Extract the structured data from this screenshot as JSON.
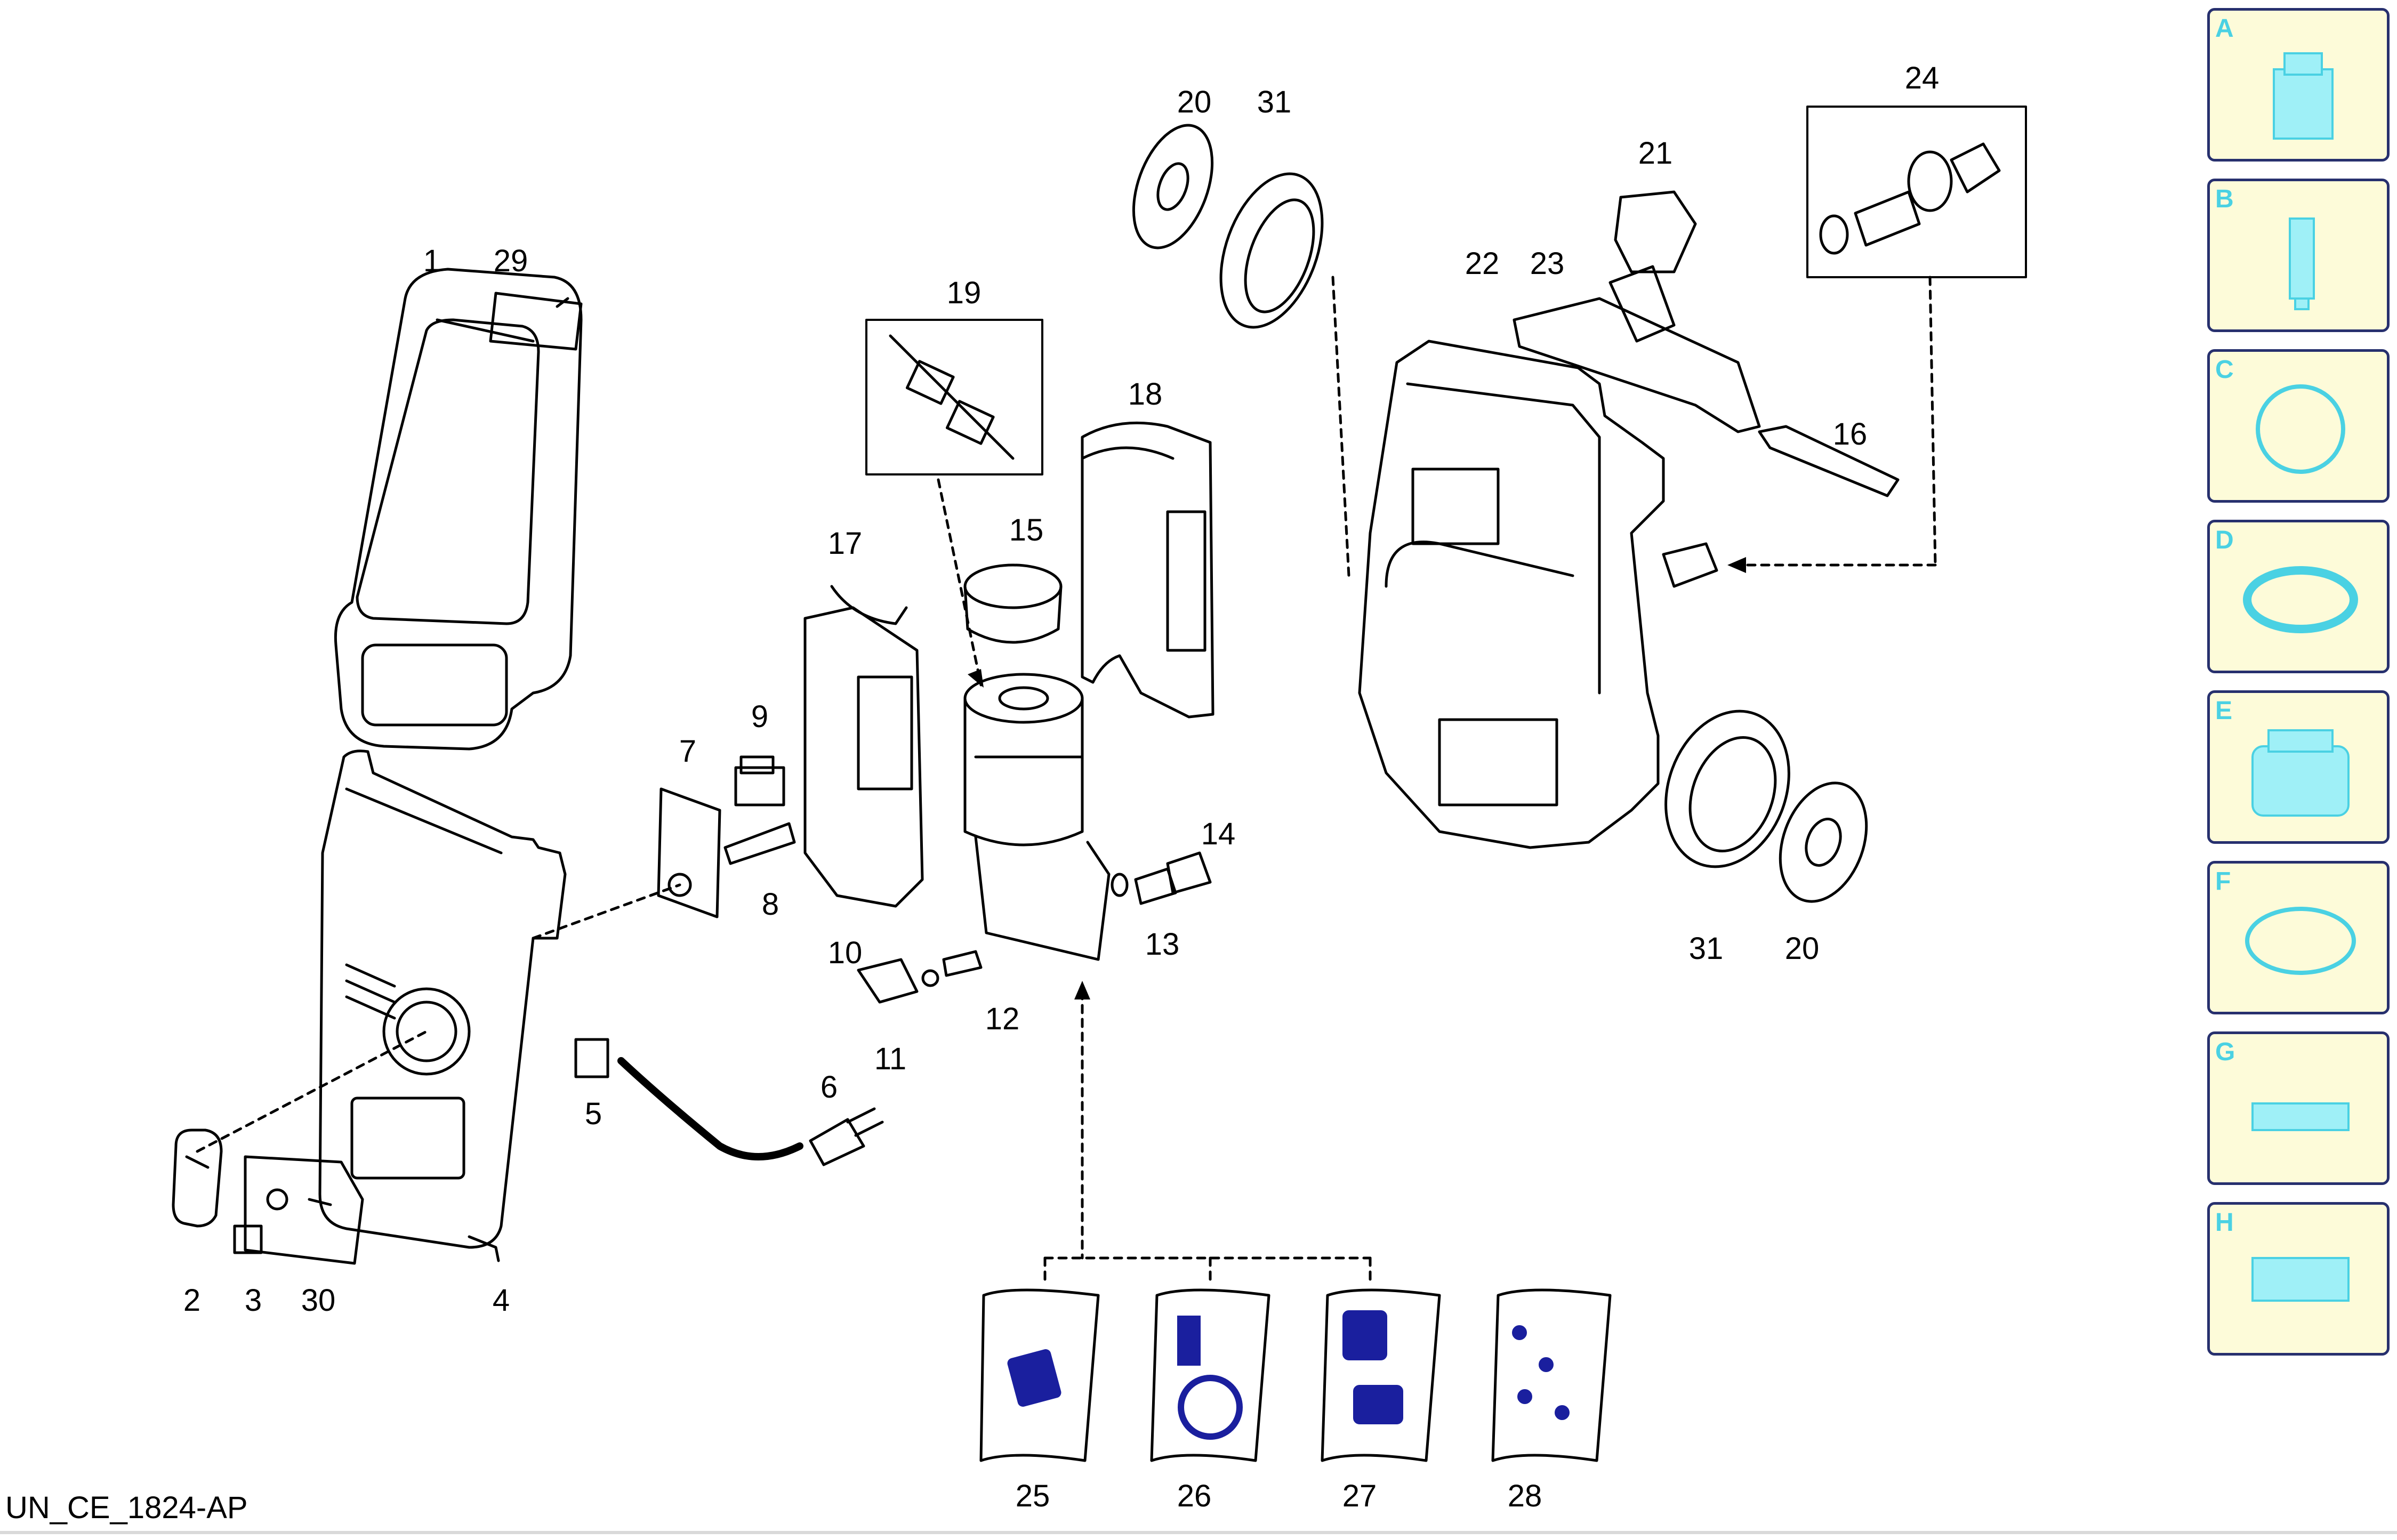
{
  "diagram_code": "UN_CE_1824-AP",
  "part_labels": [
    "1",
    "29",
    "2",
    "3",
    "30",
    "4",
    "5",
    "6",
    "7",
    "8",
    "9",
    "10",
    "11",
    "12",
    "13",
    "14",
    "15",
    "17",
    "18",
    "19",
    "20",
    "31",
    "21",
    "22",
    "23",
    "24",
    "16",
    "25",
    "26",
    "27",
    "28"
  ],
  "sidebar": {
    "cards": [
      {
        "letter": "A",
        "icon": "connector-icon"
      },
      {
        "letter": "B",
        "icon": "cylinder-icon"
      },
      {
        "letter": "C",
        "icon": "gasket-ring-icon"
      },
      {
        "letter": "D",
        "icon": "seal-ring-icon"
      },
      {
        "letter": "E",
        "icon": "piston-seal-icon"
      },
      {
        "letter": "F",
        "icon": "o-ring-icon"
      },
      {
        "letter": "G",
        "icon": "clip-icon"
      },
      {
        "letter": "H",
        "icon": "block-icon"
      }
    ]
  },
  "colors": {
    "line": "#000000",
    "kit_blue": "#1a1f9e",
    "sidebar_fill": "#fdfbd9",
    "sidebar_border": "#27306e",
    "sidebar_accent": "#4ad1e3"
  }
}
